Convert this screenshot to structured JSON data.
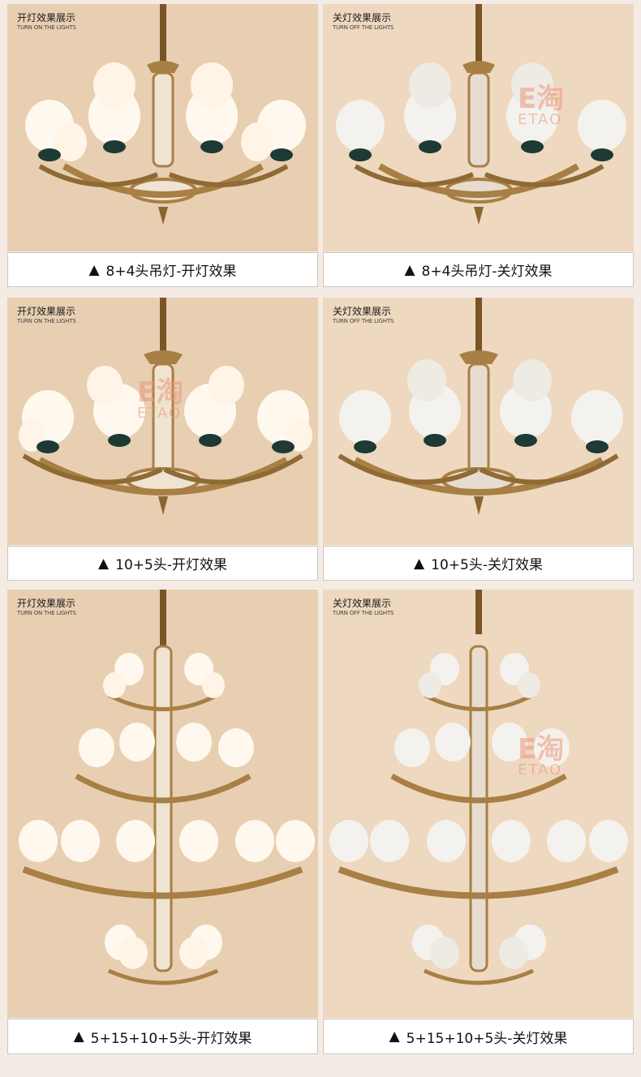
{
  "colors": {
    "panel_bg_on": "#e8cfb2",
    "panel_bg_off": "#eed8bf",
    "brass": "#a87f44",
    "brass_dark": "#6b4d22",
    "glass_lit": "#fff8ef",
    "glass_unlit": "#f4f2ee",
    "jade": "#1e3a35",
    "marble": "#efe4d2"
  },
  "watermark": {
    "logo": "E淘",
    "text": "ETAO"
  },
  "panels": [
    {
      "badge_cn": "开灯效果展示",
      "badge_en": "TURN ON THE LIGHTS",
      "caption_icon": "▲",
      "caption": "8+4头吊灯-开灯效果"
    },
    {
      "badge_cn": "关灯效果展示",
      "badge_en": "TURN OFF THE LIGHTS",
      "caption_icon": "▲",
      "caption": "8+4头吊灯-关灯效果"
    },
    {
      "badge_cn": "开灯效果展示",
      "badge_en": "TURN ON THE LIGHTS",
      "caption_icon": "▲",
      "caption": "10+5头-开灯效果"
    },
    {
      "badge_cn": "关灯效果展示",
      "badge_en": "TURN OFF THE LIGHTS",
      "caption_icon": "▲",
      "caption": "10+5头-关灯效果"
    },
    {
      "badge_cn": "开灯效果展示",
      "badge_en": "TURN ON THE LIGHTS",
      "caption_icon": "▲",
      "caption": "5+15+10+5头-开灯效果"
    },
    {
      "badge_cn": "关灯效果展示",
      "badge_en": "TURN OFF THE LIGHTS",
      "caption_icon": "▲",
      "caption": "5+15+10+5头-关灯效果"
    }
  ]
}
